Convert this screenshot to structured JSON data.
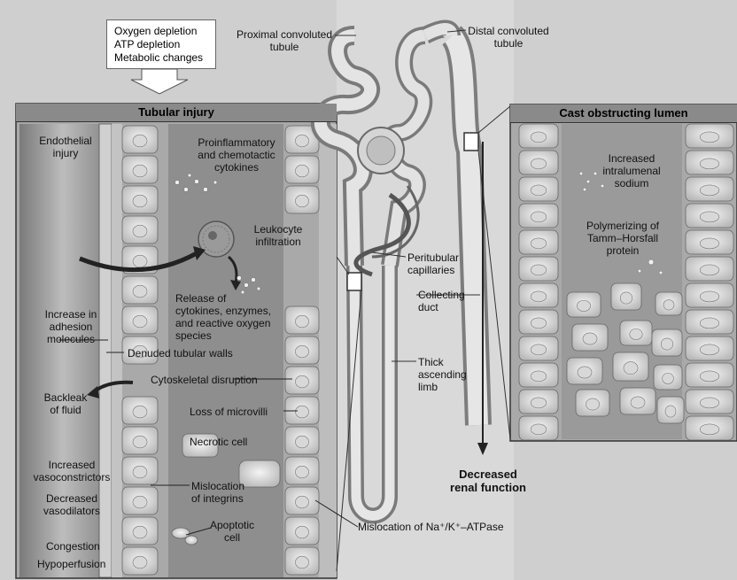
{
  "stimulus_box": {
    "lines": [
      "Oxygen depletion",
      "ATP depletion",
      "Metabolic changes"
    ]
  },
  "panels": {
    "left_title": "Tubular injury",
    "right_title": "Cast obstructing lumen"
  },
  "nephron_labels": {
    "proximal": [
      "Proximal convoluted",
      "tubule"
    ],
    "distal": [
      "Distal convoluted",
      "tubule"
    ],
    "peritubular": [
      "Peritubular",
      "capillaries"
    ],
    "collecting": [
      "Collecting",
      "duct"
    ],
    "thick": [
      "Thick",
      "ascending",
      "limb"
    ],
    "outcome": [
      "Decreased",
      "renal function"
    ]
  },
  "left_labels": {
    "endothelial": [
      "Endothelial",
      "injury"
    ],
    "cytokines": [
      "Proinflammatory",
      "and chemotactic",
      "cytokines"
    ],
    "leukocyte": [
      "Leukocyte",
      "infiltration"
    ],
    "release": [
      "Release of",
      "cytokines, enzymes,",
      "and reactive oxygen",
      "species"
    ],
    "adhesion": [
      "Increase in",
      "adhesion",
      "molecules"
    ],
    "denuded": "Denuded tubular walls",
    "backleak": [
      "Backleak",
      "of fluid"
    ],
    "cytoskeletal": "Cytoskeletal disruption",
    "microvilli": "Loss of microvilli",
    "necrotic": "Necrotic cell",
    "vasoconstrictors": [
      "Increased",
      "vasoconstrictors"
    ],
    "vasodilators": [
      "Decreased",
      "vasodilators"
    ],
    "integrins": [
      "Mislocation",
      "of integrins"
    ],
    "apoptotic": [
      "Apoptotic",
      "cell"
    ],
    "congestion": "Congestion",
    "hypoperfusion": "Hypoperfusion",
    "atpase": "Mislocation of Na⁺/K⁺–ATPase"
  },
  "right_labels": {
    "sodium": [
      "Increased",
      "intralumenal",
      "sodium"
    ],
    "tamm": [
      "Polymerizing of",
      "Tamm–Horsfall",
      "protein"
    ]
  }
}
